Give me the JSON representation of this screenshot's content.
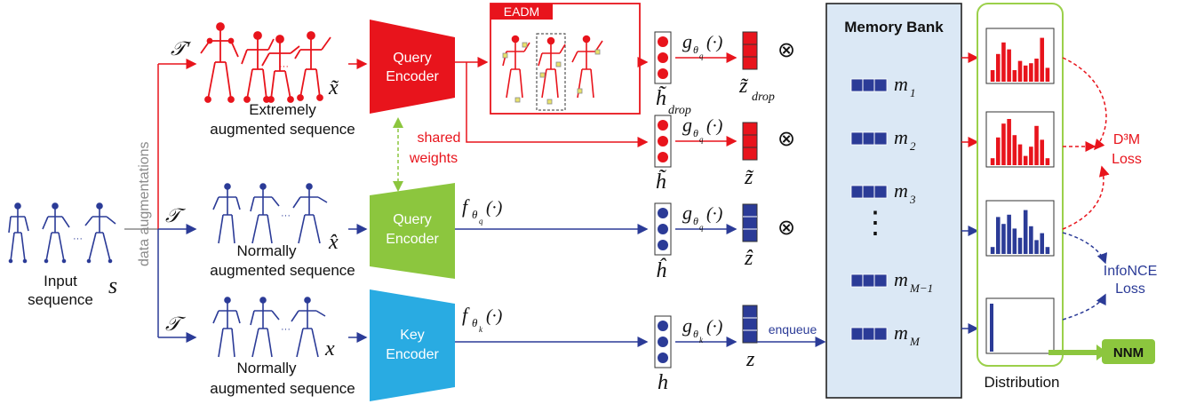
{
  "colors": {
    "red": "#e8141c",
    "blue": "#2b3b97",
    "green": "#8cc63e",
    "cyan": "#29abe2",
    "bank_bg": "#dbe8f5",
    "dist_box": "#9bd04a",
    "gray": "#8a8a8a"
  },
  "input": {
    "label_line1": "Input",
    "label_line2": "sequence",
    "symbol": "s"
  },
  "augmentations": {
    "vertical_label": "data augmentations",
    "t_prime": "𝒯′",
    "t_normal": "𝒯",
    "t_key": "𝒯"
  },
  "branches": {
    "extreme": {
      "caption_line1": "Extremely",
      "caption_line2": "augmented sequence",
      "symbol": "x̃"
    },
    "normal": {
      "caption_line1": "Normally",
      "caption_line2": "augmented sequence",
      "symbol": "x̂"
    },
    "key": {
      "caption_line1": "Normally",
      "caption_line2": "augmented sequence",
      "symbol": "x"
    }
  },
  "encoders": {
    "query_red": {
      "line1": "Query",
      "line2": "Encoder"
    },
    "query_green": {
      "line1": "Query",
      "line2": "Encoder"
    },
    "key": {
      "line1": "Key",
      "line2": "Encoder"
    },
    "shared_weights_line1": "shared",
    "shared_weights_line2": "weights",
    "f_q": "f",
    "f_q_sub": "θ",
    "f_q_subsub": "q",
    "f_k": "f",
    "f_k_sub": "θ",
    "f_k_subsub": "k",
    "paren": "(·)"
  },
  "eadm": {
    "title": "EADM"
  },
  "features": {
    "h_drop": "h̃",
    "h_drop_sub": "drop",
    "h_tilde": "h̃",
    "h_hat": "ĥ",
    "h": "h"
  },
  "projectors": {
    "g": "g",
    "theta": "θ",
    "q": "q",
    "k": "k",
    "paren": "(·)"
  },
  "embeddings": {
    "z_drop": "z̃",
    "z_drop_sub": "drop",
    "z_tilde": "z̃",
    "z_hat": "ẑ",
    "z": "z",
    "otimes": "⊗",
    "enqueue": "enqueue"
  },
  "memory_bank": {
    "title": "Memory Bank",
    "items": [
      {
        "sym": "m",
        "sub": "1"
      },
      {
        "sym": "m",
        "sub": "2"
      },
      {
        "sym": "m",
        "sub": "3"
      },
      {
        "sym": "m",
        "sub": "M−1"
      },
      {
        "sym": "m",
        "sub": "M"
      }
    ],
    "vdots": "⋮"
  },
  "distribution": {
    "label": "Distribution",
    "hist_red_1": [
      0.25,
      0.6,
      0.85,
      0.7,
      0.25,
      0.45,
      0.35,
      0.4,
      0.5,
      0.95,
      0.3
    ],
    "hist_red_2": [
      0.15,
      0.6,
      0.9,
      1.0,
      0.65,
      0.45,
      0.2,
      0.4,
      0.85,
      0.55,
      0.15
    ],
    "hist_blue": [
      0.15,
      0.8,
      0.65,
      0.85,
      0.55,
      0.35,
      0.95,
      0.6,
      0.3,
      0.45,
      0.15
    ],
    "hist_onehot": [
      1.0
    ]
  },
  "losses": {
    "d3m_line1": "D³M",
    "d3m_line2": "Loss",
    "infonce_line1": "InfoNCE",
    "infonce_line2": "Loss",
    "nnm": "NNM"
  }
}
